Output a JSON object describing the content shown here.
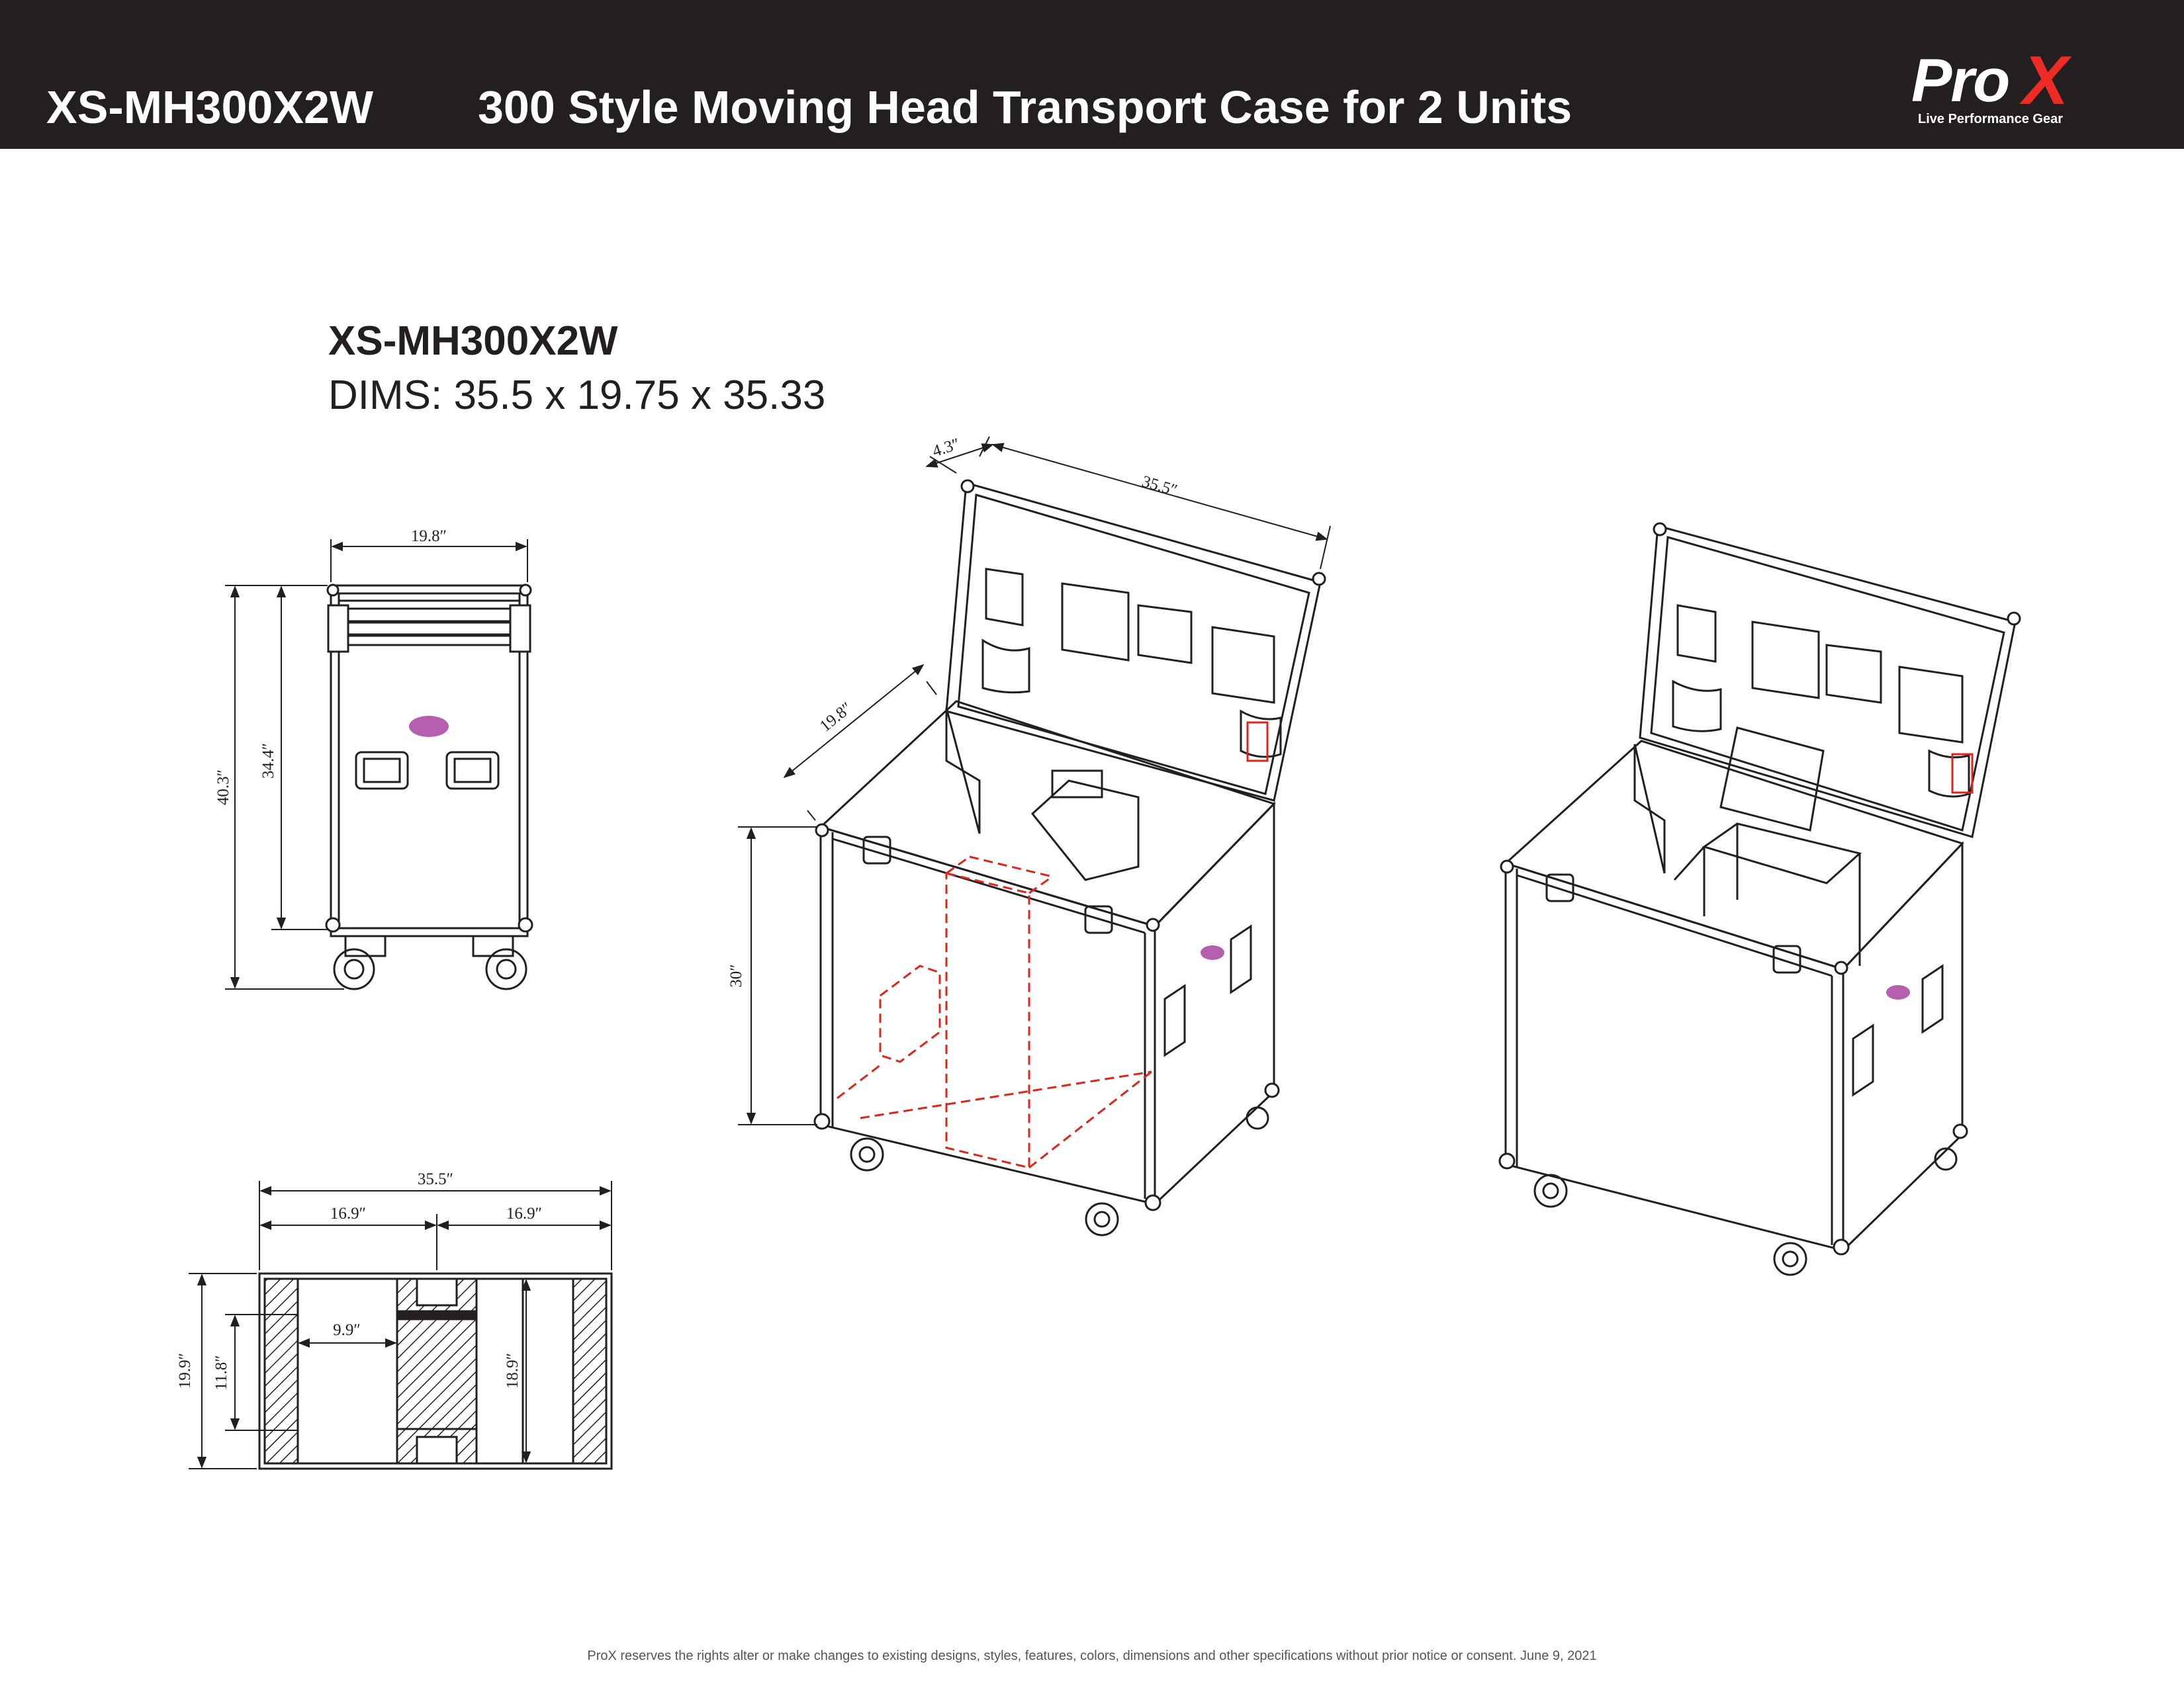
{
  "header": {
    "model": "XS-MH300X2W",
    "title": "300 Style Moving Head Transport Case for 2 Units",
    "logo_main": "Pro",
    "logo_x": "X",
    "logo_tagline": "Live Performance Gear"
  },
  "spec": {
    "model": "XS-MH300X2W",
    "dims": "DIMS: 35.5 x 19.75 x 35.33"
  },
  "side_view": {
    "width": "19.8″",
    "height_total": "40.3″",
    "height_body": "34.4″"
  },
  "top_view": {
    "length": "35.5″",
    "left_section": "16.9″",
    "right_section": "16.9″",
    "depth": "19.9″",
    "inner_depth_left": "11.8″",
    "inner_width": "9.9″",
    "inner_depth_right": "18.9″"
  },
  "iso_view": {
    "lid_thickness": "4.3″",
    "length": "35.5″",
    "depth": "19.8″",
    "height": "30″"
  },
  "footer": {
    "text": "ProX reserves the rights alter or make changes to existing designs, styles, features, colors, dimensions and other specifications without prior notice or consent.  June 9, 2021"
  },
  "colors": {
    "header_bg": "#231f20",
    "accent_red": "#ee2a24",
    "logo_purple": "#b65fb0",
    "hidden_line_red": "#e0241b"
  }
}
